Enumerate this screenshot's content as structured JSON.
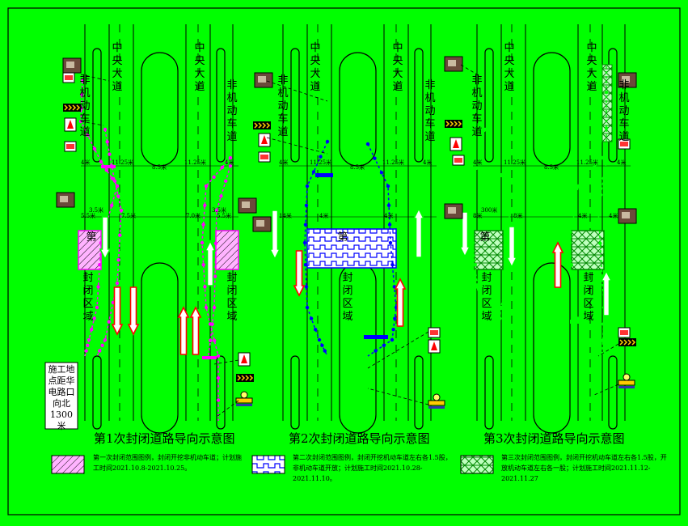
{
  "panels": [
    {
      "title": "第1次封闭道路导向示意图",
      "road_center": "中央大道",
      "road_side": "非机动车道",
      "closure_label": "封闭区域",
      "closure_first": "第",
      "dims": [
        "4米",
        "11.25米",
        "8.5米",
        "11.25米",
        "4米",
        "5.5米",
        "7.5米",
        "7.0米",
        "5.5米",
        "3.5米",
        "3.5米"
      ],
      "color": "#ff00ff"
    },
    {
      "title": "第2次封闭道路导向示意图",
      "road_center": "中央大道",
      "road_side": "非机动车道",
      "closure_label": "封闭区域",
      "closure_first": "第",
      "dims": [
        "4米",
        "11.25米",
        "8.5米",
        "11.25米",
        "4米",
        "14米",
        "4米",
        "4米"
      ],
      "color": "#0000ff"
    },
    {
      "title": "第3次封闭道路导向示意图",
      "road_center": "中央大道",
      "road_side": "非机动车道",
      "closure_label": "封闭区域",
      "closure_first": "第",
      "dims": [
        "4米",
        "11.25米",
        "8.5米",
        "11.25米",
        "4米",
        "8米",
        "8米",
        "4米",
        "4米",
        "300米"
      ],
      "color": "#00ff00"
    }
  ],
  "note": "施工地点距华电路口向北1300米",
  "legends": [
    "第一次封闭范围图例，封闭开挖非机动车道；计划施工时间2021.10.8-2021.10.25。",
    "第二次封闭范围图例，封闭开挖机动车道左右各1.5股，非机动车道开放；计划施工时间2021.10.28-2021.11.10。",
    "第三次封闭范围图例，封闭开挖机动车道左右各1.5股，开放机动车道左右各一股；计划施工时间2021.11.12-2021.11.27"
  ],
  "colors": {
    "background": "#00ff00",
    "phase1": "#ff00ff",
    "phase2": "#0000ff",
    "phase3": "#00ff00",
    "arrow_red": "#ff0000",
    "arrow_green": "#00ff00"
  },
  "icons": [
    "sign-board-icon",
    "traffic-cone-icon",
    "warning-chevron-icon",
    "warning-light-icon",
    "barrier-icon"
  ]
}
